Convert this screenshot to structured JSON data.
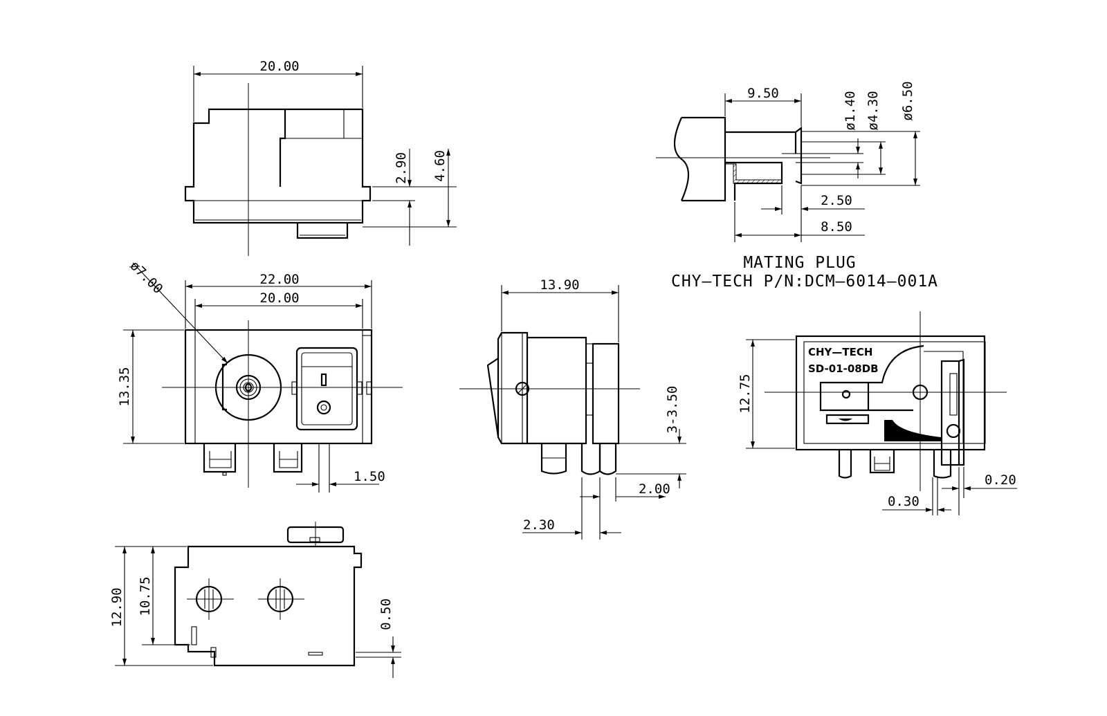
{
  "views": {
    "top": {
      "width": "20.00",
      "height_a": "2.90",
      "height_b": "4.60"
    },
    "front": {
      "diameter": "ø7.00",
      "width_outer": "22.00",
      "width_inner": "20.00",
      "height": "13.35",
      "pin_width": "1.50"
    },
    "side": {
      "depth": "13.90",
      "pin_spec": "3-3.50",
      "pin_a": "2.00",
      "pin_b": "2.30"
    },
    "bottom": {
      "height_total": "12.90",
      "height_inner": "10.75",
      "offset": "0.50"
    },
    "rear": {
      "height": "12.75",
      "thickness_a": "0.20",
      "thickness_b": "0.30",
      "logo": "CHY—TECH",
      "part_code": "SD-01-08DB"
    }
  },
  "mating_plug": {
    "length_a": "9.50",
    "dia_pin": "ø1.40",
    "dia_inner": "ø4.30",
    "dia_outer": "ø6.50",
    "length_b": "2.50",
    "length_c": "8.50",
    "title": "MATING PLUG",
    "part_number": "CHY–TECH P/N:DCM–6014–001A"
  }
}
